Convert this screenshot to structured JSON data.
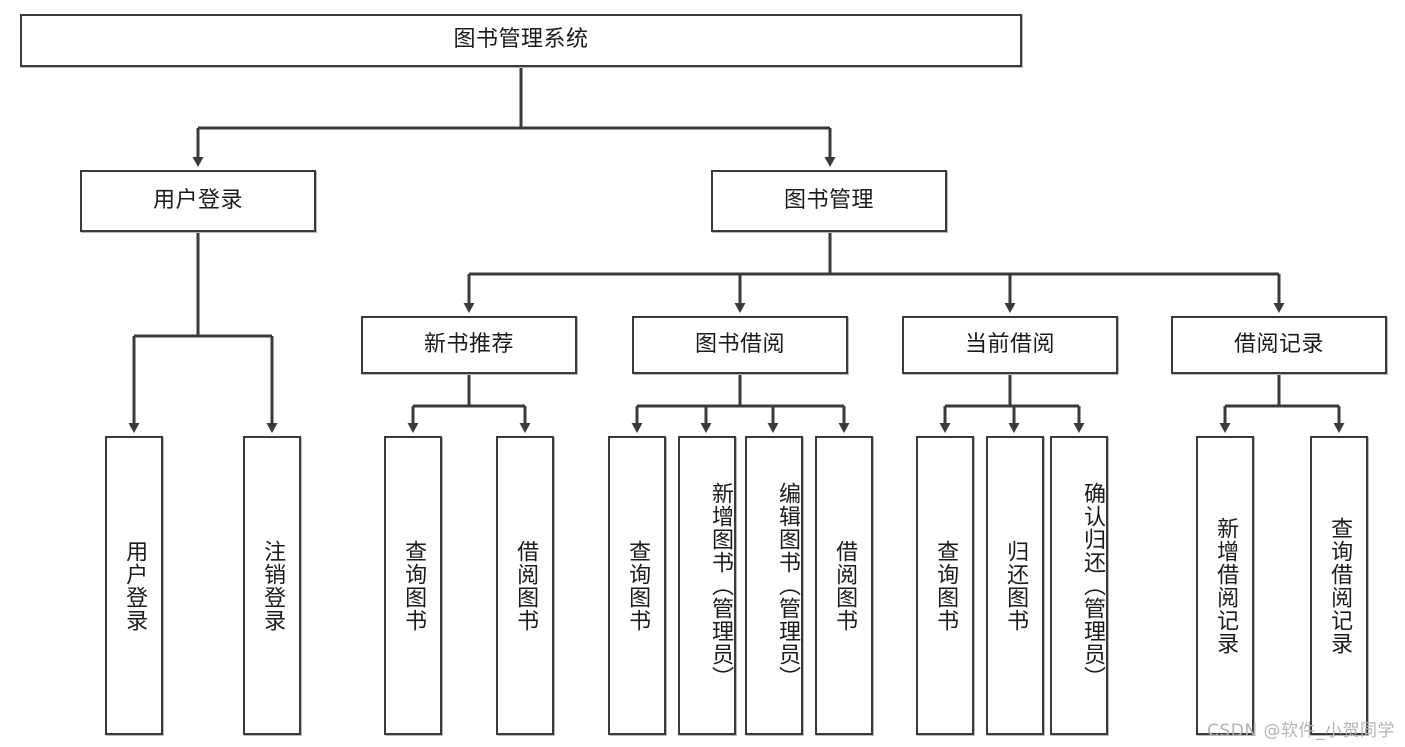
{
  "diagram": {
    "title": "图书管理系统",
    "type": "functional-decomposition-tree",
    "root": {
      "label": "图书管理系统"
    },
    "level2": [
      {
        "label": "用户登录"
      },
      {
        "label": "图书管理"
      }
    ],
    "level3": [
      {
        "label": "新书推荐"
      },
      {
        "label": "图书借阅"
      },
      {
        "label": "当前借阅"
      },
      {
        "label": "借阅记录"
      }
    ],
    "leaves": {
      "user_login": [
        {
          "label": "用户登录"
        },
        {
          "label": "注销登录"
        }
      ],
      "new_book_recommend": [
        {
          "label": "查询图书"
        },
        {
          "label": "借阅图书"
        }
      ],
      "book_borrow": [
        {
          "label": "查询图书"
        },
        {
          "label": "新增图书（管理员）"
        },
        {
          "label": "编辑图书（管理员）"
        },
        {
          "label": "借阅图书"
        }
      ],
      "current_borrow": [
        {
          "label": "查询图书"
        },
        {
          "label": "归还图书"
        },
        {
          "label": "确认归还（管理员）"
        }
      ],
      "borrow_record": [
        {
          "label": "新增借阅记录"
        },
        {
          "label": "查询借阅记录"
        }
      ]
    }
  },
  "watermark": {
    "text": "CSDN @软件_小贺同学"
  },
  "colors": {
    "stroke": "#3a3a3a",
    "fill": "#ffffff",
    "text": "#1b1b1b",
    "watermark": "#b4b4b4"
  }
}
